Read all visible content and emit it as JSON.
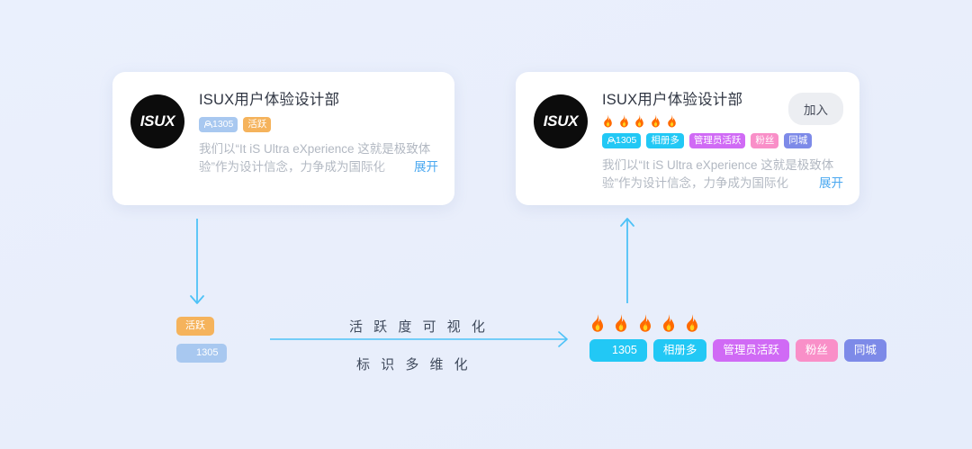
{
  "theme": {
    "background_start": "#eaf0fd",
    "background_end": "#e6edfb",
    "arrow_color": "#4ec2f7",
    "link_color": "#4aa8f0",
    "caption_color": "#3f4a5c",
    "flame_color": "#ff7a1a"
  },
  "cards": {
    "before": {
      "avatar_text": "ISUX",
      "title": "ISUX用户体验设计部",
      "badges": [
        {
          "label": "1305",
          "icon": "person-icon",
          "bg": "#a8c8f0",
          "color": "#ffffff"
        },
        {
          "label": "活跃",
          "icon": "",
          "bg": "#f5b35c",
          "color": "#ffffff"
        }
      ],
      "description": "我们以“It iS Ultra eXperience 这就是极致体验”作为设计信念，力争成为国际化",
      "expand_label": "展开"
    },
    "after": {
      "avatar_text": "ISUX",
      "title": "ISUX用户体验设计部",
      "join_label": "加入",
      "flame_count": 5,
      "badges": [
        {
          "label": "1305",
          "icon": "person-icon",
          "bg": "#22c8f5",
          "color": "#ffffff"
        },
        {
          "label": "相册多",
          "icon": "",
          "bg": "#22c8f5",
          "color": "#ffffff"
        },
        {
          "label": "管理员活跃",
          "icon": "",
          "bg": "#d06af5",
          "color": "#ffffff"
        },
        {
          "label": "粉丝",
          "icon": "",
          "bg": "#f98fc8",
          "color": "#ffffff"
        },
        {
          "label": "同城",
          "icon": "",
          "bg": "#7d8ae8",
          "color": "#ffffff"
        }
      ],
      "description": "我们以“It iS Ultra eXperience 这就是极致体验”作为设计信念，力争成为国际化",
      "expand_label": "展开"
    }
  },
  "diagram": {
    "caption_top": "活 跃 度 可 视 化",
    "caption_bottom": "标 识 多 维 化",
    "arrow_down_name": "arrow-down-from-before-card",
    "arrow_up_name": "arrow-up-to-after-card",
    "arrow_right_name": "arrow-right-transform"
  },
  "legend": {
    "before": {
      "tags": [
        {
          "label": "活跃",
          "icon": "",
          "bg": "#f5b35c",
          "color": "#ffffff"
        },
        {
          "label": "1305",
          "icon": "person-icon",
          "bg": "#a8c8f0",
          "color": "#ffffff"
        }
      ]
    },
    "after": {
      "flame_count": 5,
      "tags": [
        {
          "label": "1305",
          "icon": "person-icon",
          "bg": "#22c8f5",
          "color": "#ffffff"
        },
        {
          "label": "相册多",
          "icon": "",
          "bg": "#22c8f5",
          "color": "#ffffff"
        },
        {
          "label": "管理员活跃",
          "icon": "",
          "bg": "#d06af5",
          "color": "#ffffff"
        },
        {
          "label": "粉丝",
          "icon": "",
          "bg": "#f98fc8",
          "color": "#ffffff"
        },
        {
          "label": "同城",
          "icon": "",
          "bg": "#7d8ae8",
          "color": "#ffffff"
        }
      ]
    }
  }
}
